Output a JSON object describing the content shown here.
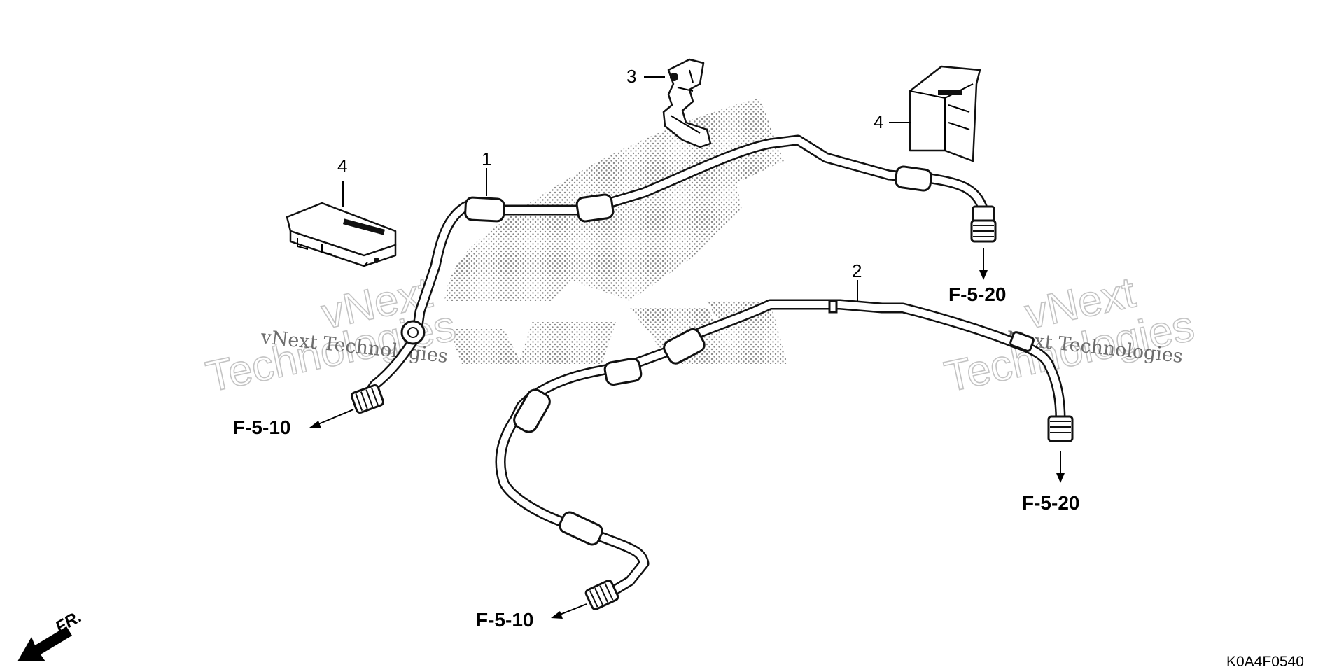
{
  "callouts": {
    "part1": "1",
    "part2": "2",
    "part3": "3",
    "part4_left": "4",
    "part4_right": "4"
  },
  "references": {
    "pipe1_left": "F-5-10",
    "pipe1_right": "F-5-20",
    "pipe2_right": "F-5-20",
    "pipe2_left": "F-5-10"
  },
  "direction_label": "FR.",
  "diagram_code": "K0A4F0540",
  "watermarks": {
    "brand": "vNext",
    "company": "vNext Technologies",
    "outline": "Technologies"
  },
  "colors": {
    "line": "#000000",
    "background": "#ffffff",
    "stipple": "#8a8a8a"
  }
}
